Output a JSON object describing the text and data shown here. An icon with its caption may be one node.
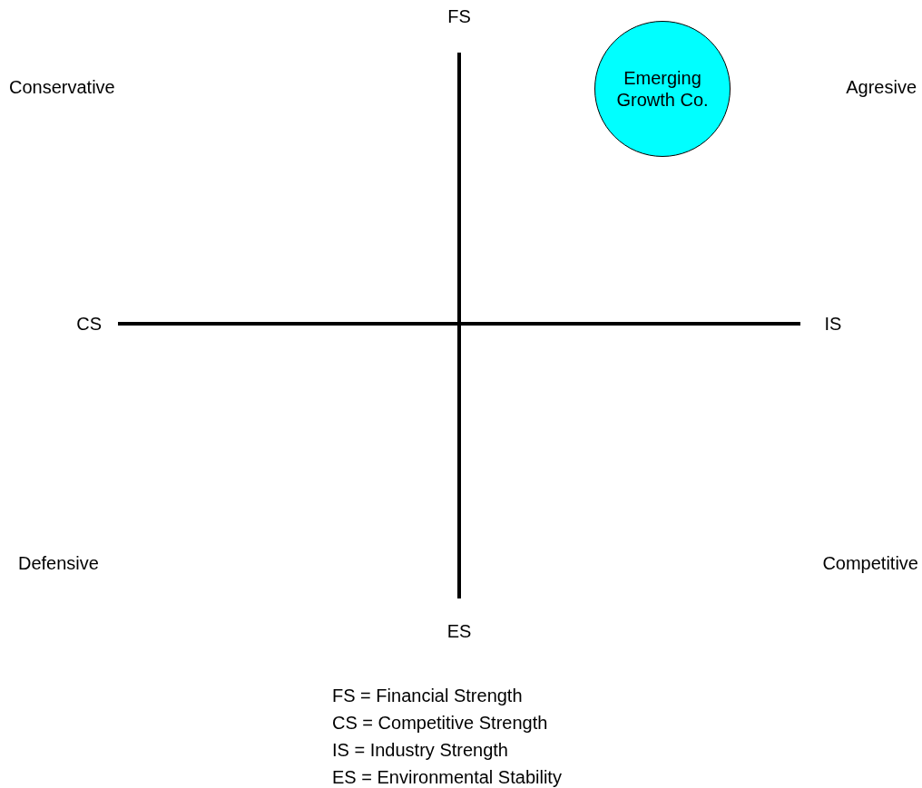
{
  "diagram": {
    "nodes": [
      {
        "text": [
          "Emerging Growth Co."
        ]
      }
    ],
    "labels": [
      "FS",
      "Conservative",
      "Agresive",
      "CS",
      "IS",
      "Defensive",
      "Competitive",
      "ES",
      "FS = Financial Strength",
      "CS = Competitive Strength",
      "IS = Industry Strength",
      "ES = Environmental Stability"
    ]
  }
}
